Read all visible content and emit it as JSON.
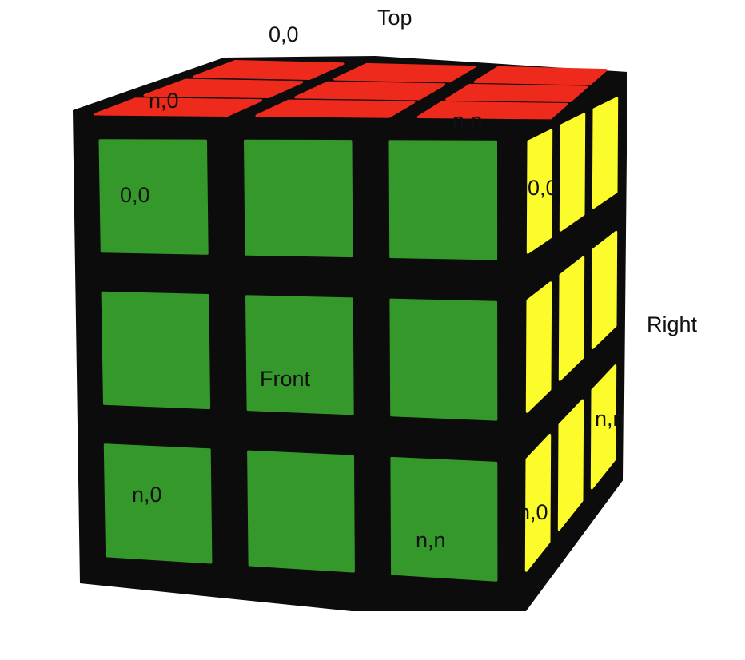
{
  "labels": {
    "top_title": "Top",
    "front_title": "Front",
    "right_title": "Right",
    "top_first": "0,0",
    "top_row_end": "n,0",
    "top_last": "n,n",
    "front_first": "0,0",
    "front_row_end": "n,0",
    "front_last": "n,n",
    "right_first": "0,0",
    "right_row_end": "n,0",
    "right_last": "n,n"
  },
  "colors": {
    "top_face": "#ee2a1c",
    "front_face": "#35982a",
    "right_face": "#fcfb2c",
    "frame": "#0c0c0c"
  },
  "grid_size": 3
}
